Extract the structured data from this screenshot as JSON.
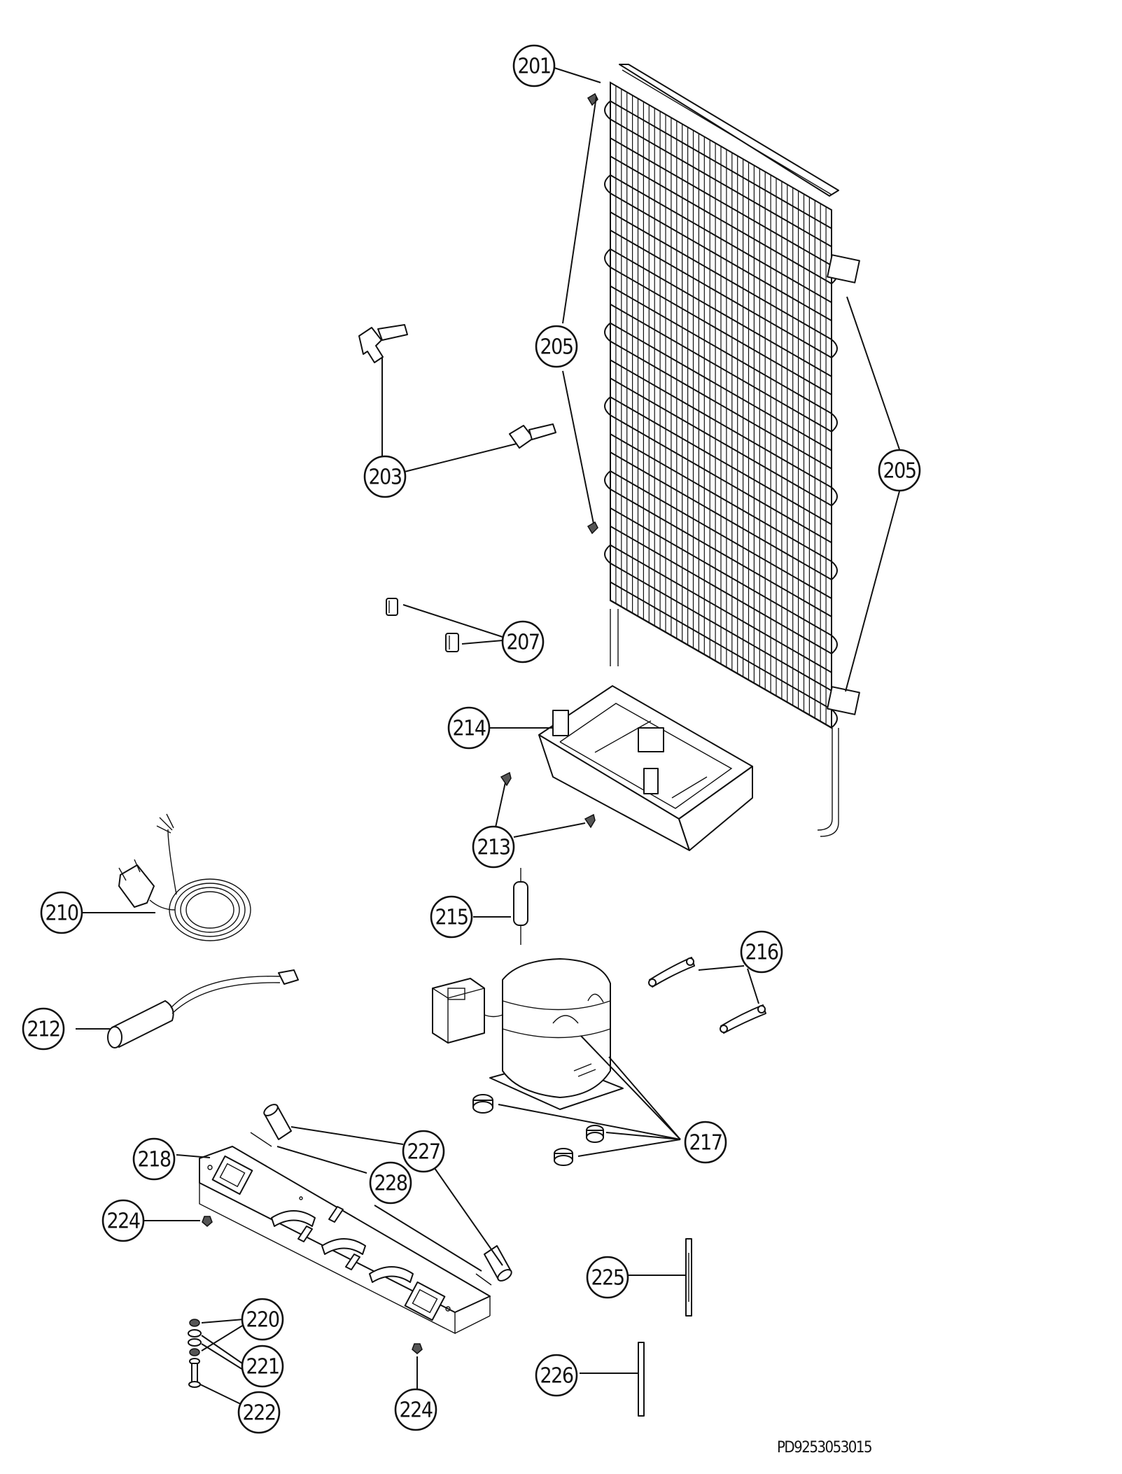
{
  "document_code": "PD9253053015",
  "callouts": {
    "c201": "201",
    "c203": "203",
    "c205a": "205",
    "c205b": "205",
    "c207": "207",
    "c210": "210",
    "c212": "212",
    "c213": "213",
    "c214": "214",
    "c215": "215",
    "c216": "216",
    "c217": "217",
    "c218": "218",
    "c220": "220",
    "c221": "221",
    "c222": "222",
    "c224a": "224",
    "c224b": "224",
    "c225": "225",
    "c226": "226",
    "c227": "227",
    "c228": "228"
  }
}
